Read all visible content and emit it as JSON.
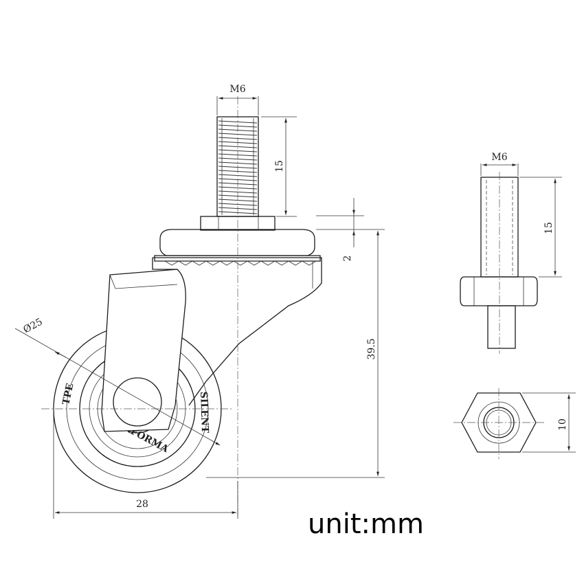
{
  "drawing": {
    "caster": {
      "thread_size": "M6",
      "stem_length": "15",
      "plate_thickness": "2",
      "total_height": "39.5",
      "wheel_diameter": "Ø25",
      "width": "28",
      "tire_text_top": "TPE",
      "tire_text_bottom": "PERFORMA",
      "tire_text_right": "SILENT"
    },
    "stud_side": {
      "thread_size": "M6",
      "length": "15"
    },
    "nut_top": {
      "across_flats": "10"
    },
    "unit": "unit:mm"
  }
}
